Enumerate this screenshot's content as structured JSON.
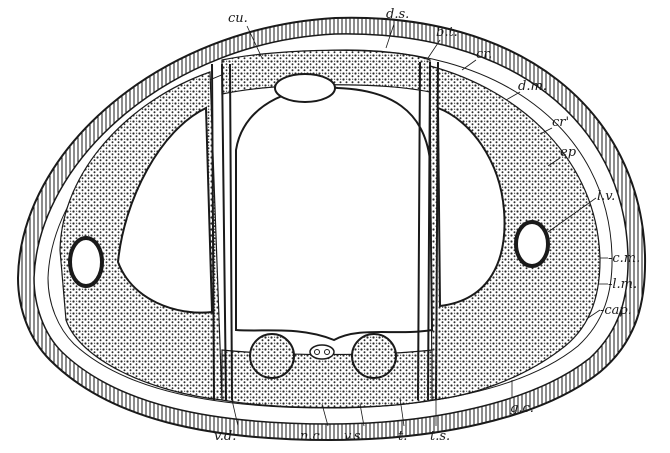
{
  "labels": {
    "cu": "cu.",
    "ds": "d.s.",
    "bt": "b.t.",
    "cr": "cr.",
    "dm": "d.m.",
    "cr2": "cr'",
    "ep": "ep",
    "lv": "l.v.",
    "cm": "-c.m.",
    "lm": "-l.m.",
    "cap": "-cap.",
    "gc": "g.c.",
    "ts": "t.s.",
    "t": "t.",
    "vs": "v.s.",
    "nc": "n.c.",
    "vd": "v.d."
  }
}
